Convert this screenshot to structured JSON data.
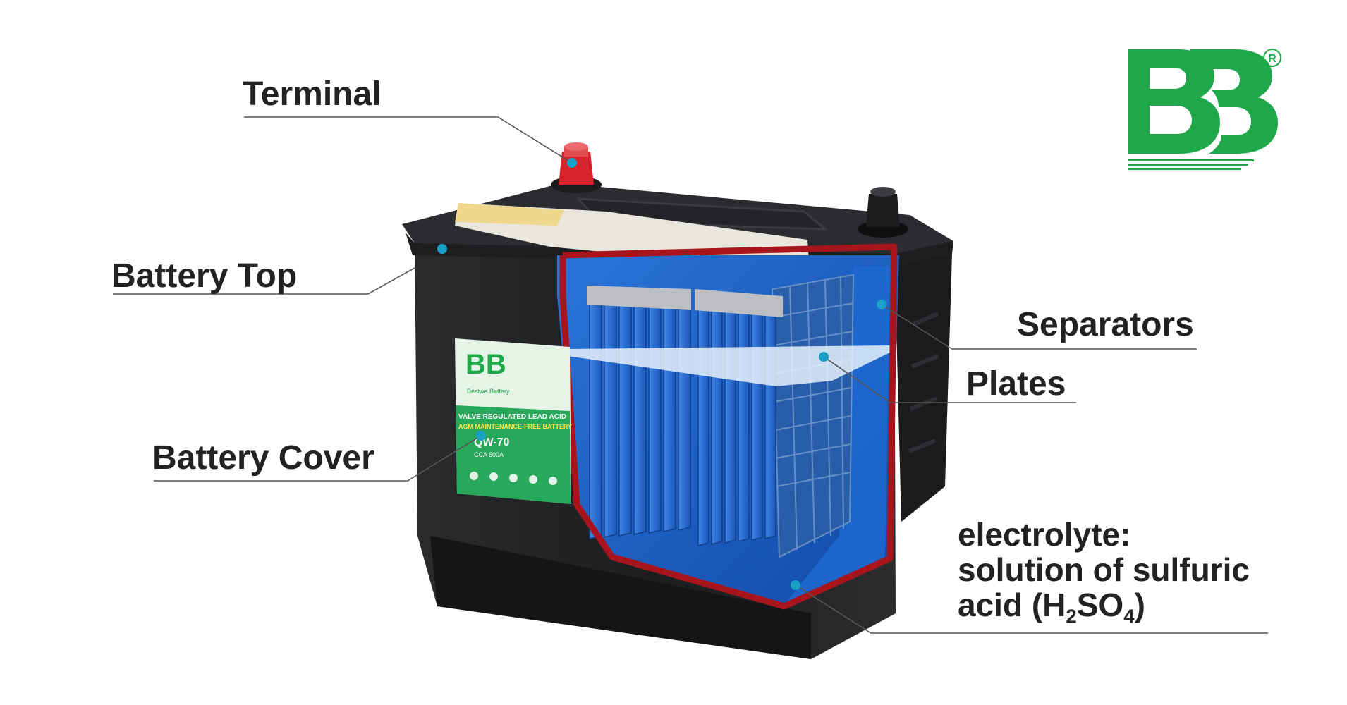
{
  "labels": {
    "terminal": "Terminal",
    "battery_top": "Battery Top",
    "battery_cover": "Battery Cover",
    "separators": "Separators",
    "plates": "Plates",
    "electrolyte": {
      "line1": "electrolyte:",
      "line2": "solution of sulfuric",
      "line3_prefix": "acid (H",
      "sub1": "2",
      "mid": "SO",
      "sub2": "4",
      "suffix": ")"
    }
  },
  "logo": {
    "text": "BB",
    "registered": "®"
  },
  "product_label": {
    "brand": "Bestwe Battery",
    "line1": "VALVE REGULATED LEAD ACID",
    "line2": "AGM MAINTENANCE-FREE BATTERY",
    "model": "QW-70",
    "cca": "CCA 600A"
  },
  "colors": {
    "brand_green": "#1ea84a",
    "cutaway_outline": "#a8141c",
    "terminal_positive": "#d8232a",
    "electrolyte_blue": "#1b5fc4",
    "marker_dot": "#1a9fc6"
  }
}
